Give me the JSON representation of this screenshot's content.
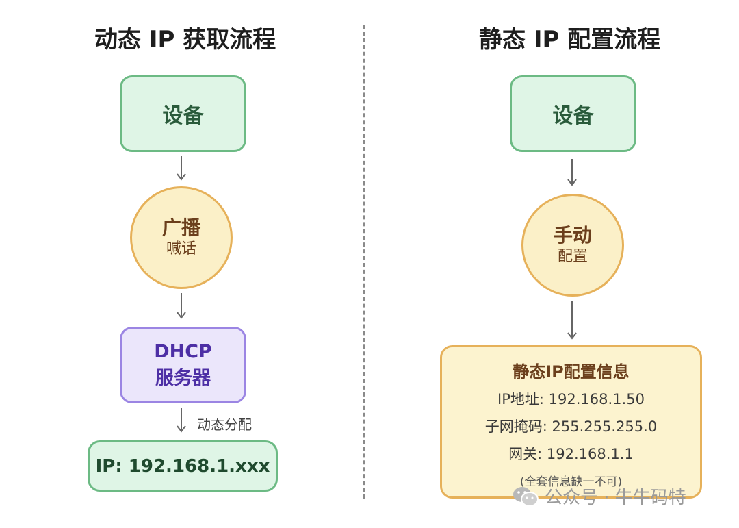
{
  "left": {
    "title": "动态 IP 获取流程",
    "device": "设备",
    "broadcast": {
      "main": "广播",
      "sub": "喊话"
    },
    "dhcp": {
      "line1": "DHCP",
      "line2": "服务器"
    },
    "assign_label": "动态分配",
    "result": "IP: 192.168.1.xxx"
  },
  "right": {
    "title": "静态 IP 配置流程",
    "device": "设备",
    "manual": {
      "main": "手动",
      "sub": "配置"
    },
    "config": {
      "heading": "静态IP配置信息",
      "ip": "IP地址: 192.168.1.50",
      "mask": "子网掩码: 255.255.255.0",
      "gateway": "网关: 192.168.1.1",
      "note": "(全套信息缺一不可)"
    }
  },
  "watermark": "公众号 · 牛牛码特",
  "colors": {
    "green_fill": "#dff5e6",
    "green_border": "#6cba84",
    "circle_fill": "#fbf0c8",
    "circle_border": "#e6b15a",
    "purple_fill": "#ebe6fb",
    "purple_border": "#9b85e3",
    "yellow_fill": "#fcf3cf",
    "arrow": "#666666"
  }
}
